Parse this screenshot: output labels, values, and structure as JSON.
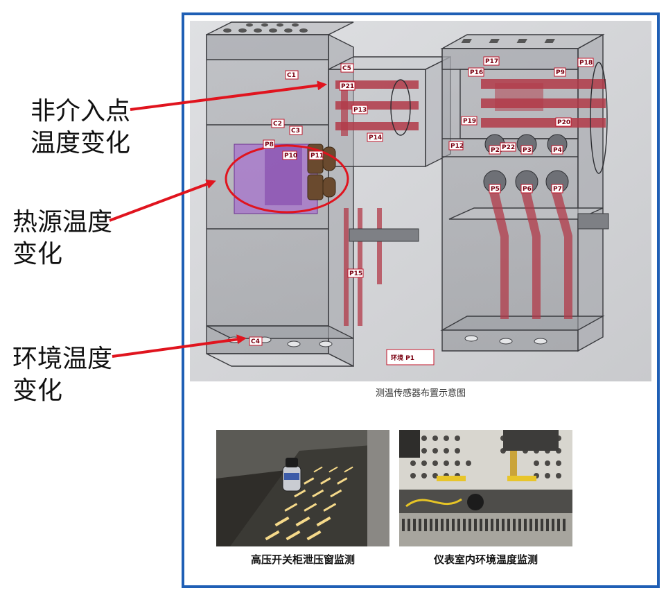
{
  "callouts": {
    "non_intervention": "非介入点\n温度变化",
    "heat_source": "热源温度\n变化",
    "environment": "环境温度\n变化"
  },
  "sensor_labels": {
    "c1": "C1",
    "c2": "C2",
    "c3": "C3",
    "c4": "C4",
    "c5": "C5",
    "p1": "环境 P1",
    "p2": "P2",
    "p3": "P3",
    "p4": "P4",
    "p5": "P5",
    "p6": "P6",
    "p7": "P7",
    "p8": "P8",
    "p9": "P9",
    "p10": "P10",
    "p11": "P11",
    "p12": "P12",
    "p13": "P13",
    "p14": "P14",
    "p15": "P15",
    "p16": "P16",
    "p17": "P17",
    "p18": "P18",
    "p19": "P19",
    "p20": "P20",
    "p21": "P21",
    "p22": "P22"
  },
  "diagram_caption": "测温传感器布置示意图",
  "photo_captions": {
    "left": "高压开关柜泄压窗监测",
    "right": "仪表室内环境温度监测"
  },
  "colors": {
    "frame_border": "#1f5fb5",
    "arrow": "#e0141e",
    "busbar": "#b23a48",
    "heat_block": "#a05ad2"
  }
}
